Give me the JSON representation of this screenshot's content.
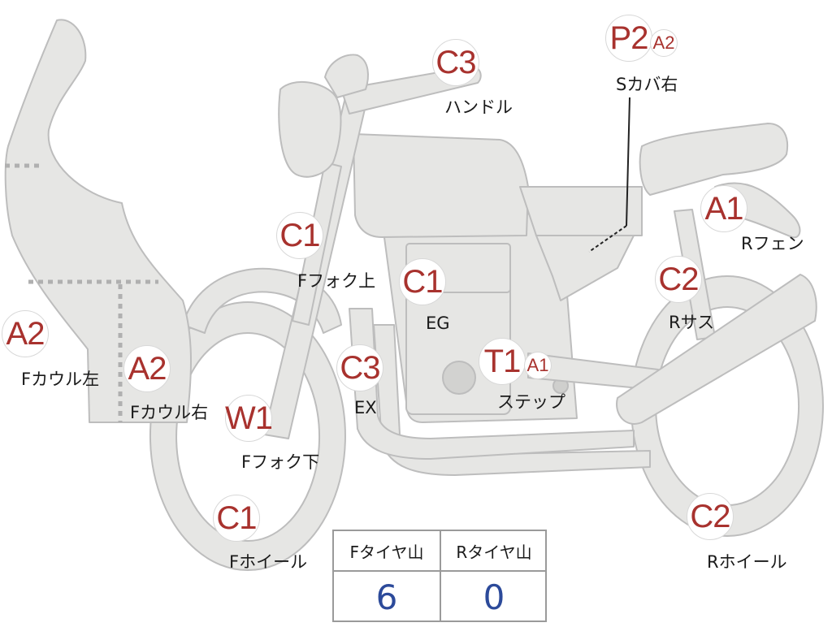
{
  "colors": {
    "part_fill": "#e6e6e4",
    "part_stroke": "#bdbdbd",
    "badge_text": "#a8322e",
    "value_text": "#2c4a9a"
  },
  "badges": {
    "handle": "C3",
    "seat_cover_primary": "P2",
    "seat_cover_secondary": "A2",
    "fork_upper": "C1",
    "engine": "C1",
    "rear_fender": "A1",
    "rear_suspension": "C2",
    "cowl_left": "A2",
    "cowl_right": "A2",
    "exhaust": "C3",
    "step_primary": "T1",
    "step_secondary": "A1",
    "fork_lower": "W1",
    "front_wheel": "C1",
    "rear_wheel": "C2"
  },
  "labels": {
    "handle": "ハンドル",
    "seat_cover": "Sカバ右",
    "fork_upper": "Fフォク上",
    "engine": "EG",
    "rear_fender": "Rフェン",
    "rear_suspension": "Rサス",
    "cowl_left": "Fカウル左",
    "cowl_right": "Fカウル右",
    "exhaust": "EX",
    "step": "ステップ",
    "fork_lower": "Fフォク下",
    "front_wheel": "Fホイール",
    "rear_wheel": "Rホイール"
  },
  "tire_table": {
    "front_header": "Fタイヤ山",
    "rear_header": "Rタイヤ山",
    "front_value": "6",
    "rear_value": "0"
  }
}
